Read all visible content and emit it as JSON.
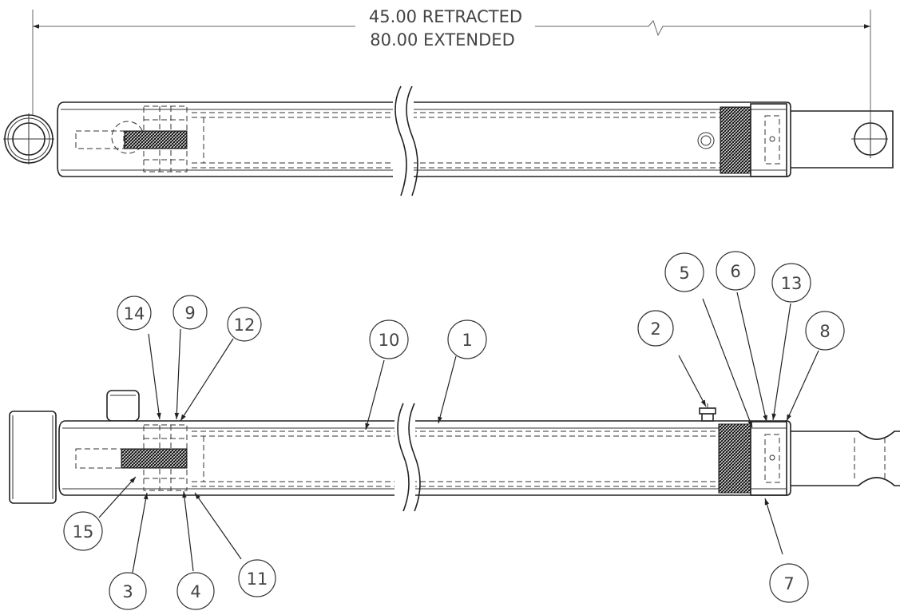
{
  "dimension": {
    "retracted_label": "45.00 RETRACTED",
    "extended_label": "80.00 EXTENDED"
  },
  "balloons": [
    {
      "id": "14",
      "label": "14"
    },
    {
      "id": "9",
      "label": "9"
    },
    {
      "id": "12",
      "label": "12"
    },
    {
      "id": "10",
      "label": "10"
    },
    {
      "id": "1",
      "label": "1"
    },
    {
      "id": "2",
      "label": "2"
    },
    {
      "id": "5",
      "label": "5"
    },
    {
      "id": "6",
      "label": "6"
    },
    {
      "id": "13",
      "label": "13"
    },
    {
      "id": "8",
      "label": "8"
    },
    {
      "id": "15",
      "label": "15"
    },
    {
      "id": "3",
      "label": "3"
    },
    {
      "id": "4",
      "label": "4"
    },
    {
      "id": "11",
      "label": "11"
    },
    {
      "id": "7",
      "label": "7"
    }
  ]
}
